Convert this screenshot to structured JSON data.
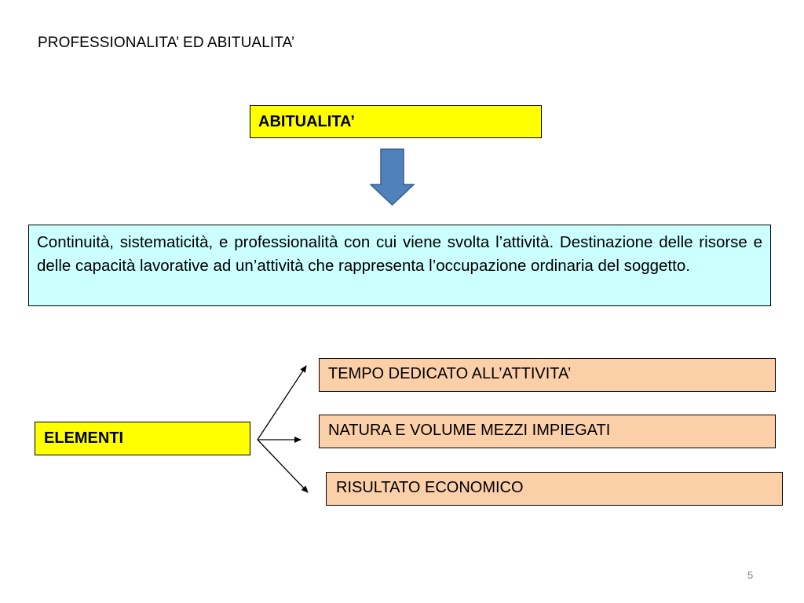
{
  "title": "PROFESSIONALITA’ ED ABITUALITA’",
  "header_box": {
    "label": "ABITUALITA’",
    "color": "#ffff00"
  },
  "definition": {
    "text": "Continuità, sistematicità, e professionalità con cui viene svolta l’attività. Destinazione delle risorse e delle capacità lavorative ad un’attività che rappresenta l’occupazione ordinaria del soggetto.",
    "color": "#ccffff"
  },
  "elements": {
    "label": "ELEMENTI",
    "items": [
      "TEMPO DEDICATO ALL’ATTIVITA’",
      "NATURA E VOLUME MEZZI IMPIEGATI",
      "RISULTATO ECONOMICO"
    ],
    "item_color": "#fbcfa8"
  },
  "arrow_color": "#4f81bd",
  "page_number": "5"
}
